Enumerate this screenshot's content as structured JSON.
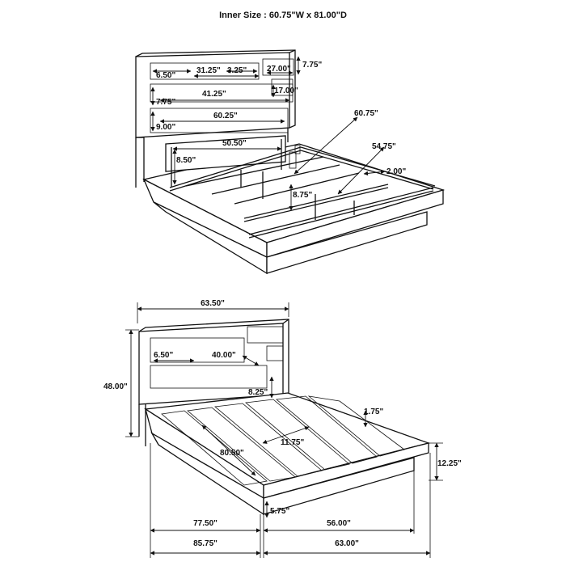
{
  "title": "Inner Size : 60.75\"W x 81.00\"D",
  "top_view": {
    "labels": {
      "d_6_50": "6.50\"",
      "d_31_25": "31.25\"",
      "d_3_25": "3.25\"",
      "d_27_00": "27.00\"",
      "d_7_75_right": "7.75\"",
      "d_17_00": "17.00\"",
      "d_7_75_left": "7.75\"",
      "d_41_25": "41.25\"",
      "d_9_00": "9.00\"",
      "d_60_25": "60.25\"",
      "d_50_50": "50.50\"",
      "d_8_50": "8.50\"",
      "d_60_75": "60.75\"",
      "d_54_75": "54.75\"",
      "d_2_00": "2.00\"",
      "d_8_75": "8.75\""
    }
  },
  "bottom_view": {
    "labels": {
      "d_63_50": "63.50\"",
      "d_48_00": "48.00\"",
      "d_6_50": "6.50\"",
      "d_40_00": "40.00\"",
      "d_8_25": "8.25\"",
      "d_1_75": "1.75\"",
      "d_11_75": "11.75\"",
      "d_80_50": "80.50\"",
      "d_12_25": "12.25\"",
      "d_5_75": "5.75\"",
      "d_77_50": "77.50\"",
      "d_56_00": "56.00\"",
      "d_85_75": "85.75\"",
      "d_63_00": "63.00\""
    }
  }
}
